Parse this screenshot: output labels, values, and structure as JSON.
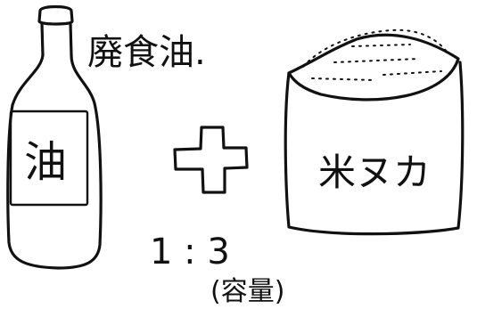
{
  "caption": {
    "waste_oil": "廃食油."
  },
  "bottle": {
    "label": "油"
  },
  "bag": {
    "label": "米ヌカ"
  },
  "ratio": {
    "text": "1 : 3",
    "unit": "(容量)"
  }
}
